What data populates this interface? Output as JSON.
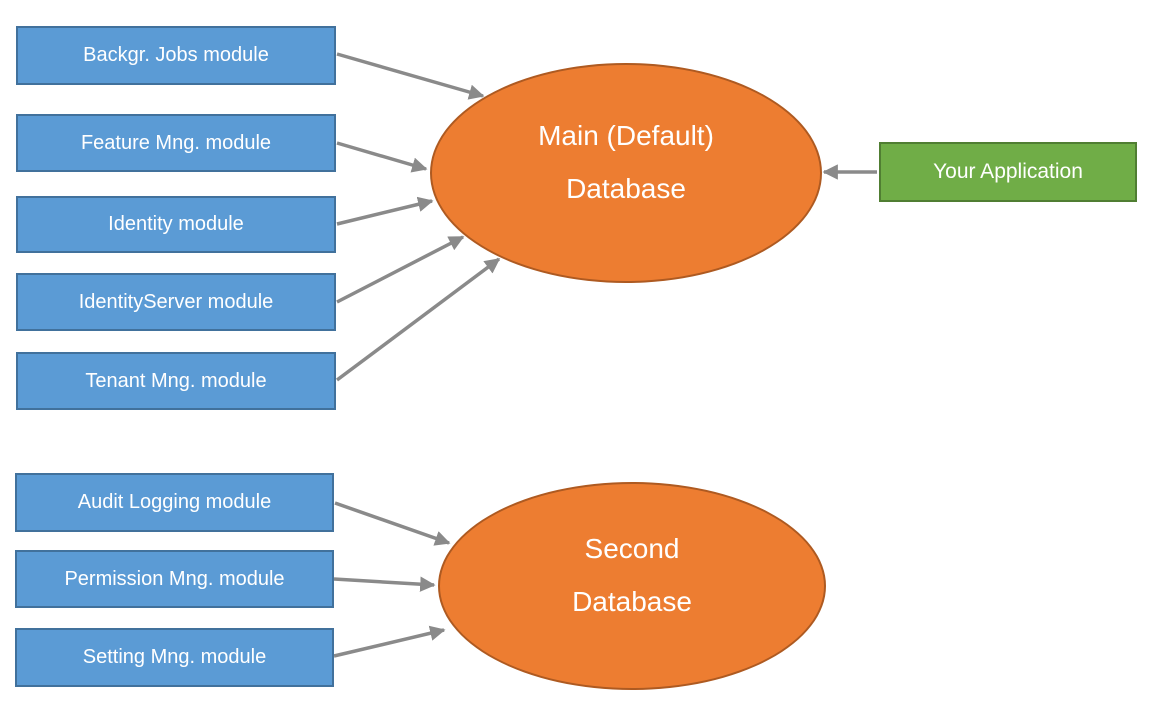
{
  "diagram": {
    "kind": "module-database-architecture",
    "groups": [
      {
        "database": {
          "line1": "Main (Default)",
          "line2": "Database"
        },
        "modules": [
          "Backgr. Jobs module",
          "Feature Mng. module",
          "Identity module",
          "IdentityServer module",
          "Tenant Mng. module"
        ]
      },
      {
        "database": {
          "line1": "Second",
          "line2": "Database"
        },
        "modules": [
          "Audit Logging module",
          "Permission Mng. module",
          "Setting Mng. module"
        ]
      }
    ],
    "application": {
      "label": "Your Application"
    },
    "connections": [
      {
        "from": "Backgr. Jobs module",
        "to": "Main (Default) Database"
      },
      {
        "from": "Feature Mng. module",
        "to": "Main (Default) Database"
      },
      {
        "from": "Identity module",
        "to": "Main (Default) Database"
      },
      {
        "from": "IdentityServer module",
        "to": "Main (Default) Database"
      },
      {
        "from": "Tenant Mng. module",
        "to": "Main (Default) Database"
      },
      {
        "from": "Your Application",
        "to": "Main (Default) Database"
      },
      {
        "from": "Audit Logging module",
        "to": "Second Database"
      },
      {
        "from": "Permission Mng. module",
        "to": "Second Database"
      },
      {
        "from": "Setting Mng. module",
        "to": "Second Database"
      }
    ],
    "colors": {
      "module_fill": "#5B9BD5",
      "module_border": "#41719C",
      "database_fill": "#ED7D31",
      "database_border": "#AE5A21",
      "application_fill": "#70AD47",
      "application_border": "#507E32",
      "arrow": "#8A8A8A",
      "text": "#FFFFFF"
    }
  }
}
